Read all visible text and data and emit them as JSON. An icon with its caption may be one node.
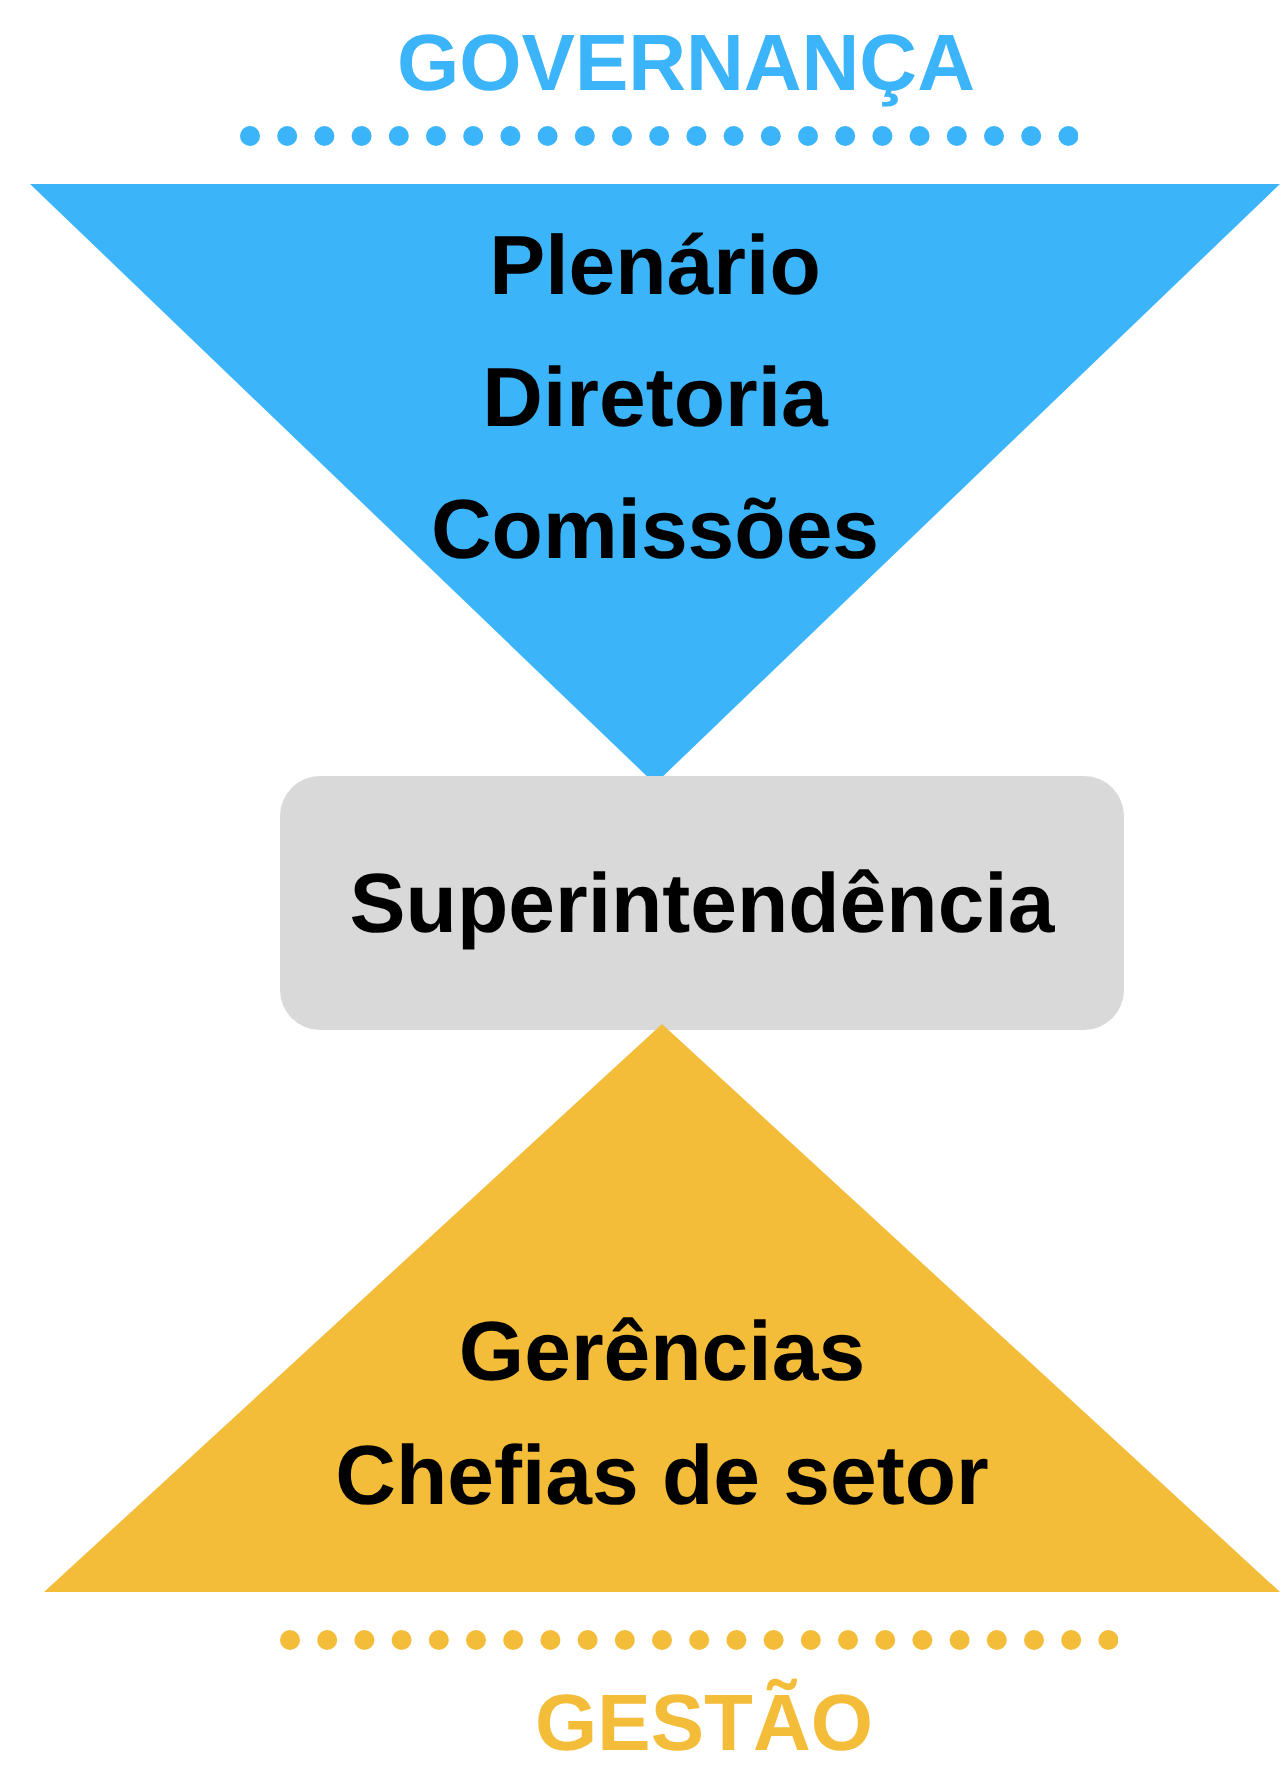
{
  "diagram": {
    "nodes": [
      {
        "text": [
          "Plenário",
          "Diretoria",
          "Comissões"
        ]
      },
      {
        "text": [
          "Superintendência"
        ]
      },
      {
        "text": [
          "Gerências",
          "Chefias de setor"
        ]
      }
    ],
    "labels": [
      "GOVERNANÇA",
      "GESTÃO"
    ]
  }
}
